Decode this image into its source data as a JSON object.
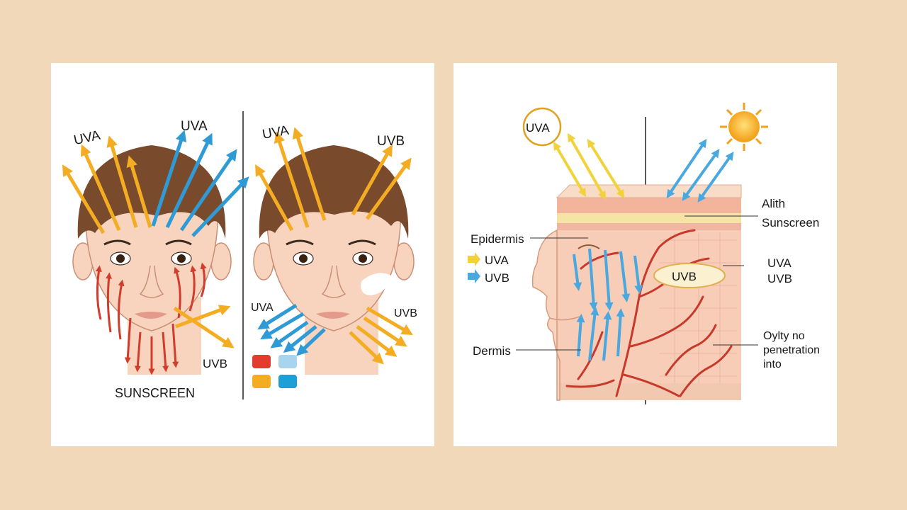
{
  "left_panel": {
    "face1": {
      "uva_label": "UVA",
      "uva_label_2": "UVA",
      "uvb_label": "UVB",
      "caption": "SUNSCREEN"
    },
    "face2": {
      "uva_label_top": "UVA",
      "uvb_label_top": "UVB",
      "uva_label_chin": "UVA",
      "uvb_label_chin": "UVB",
      "legend_colors": [
        "#e33b2e",
        "#a8d4ef",
        "#f4ad22",
        "#1f9fd8"
      ]
    }
  },
  "right_panel": {
    "uva_sun_label": "UVA",
    "labels": {
      "epidermis": "Epidermis",
      "uva": "UVA",
      "uvb": "UVB",
      "dermis": "Dermis",
      "alith": "Alith",
      "sunscreen": "Sunscreen",
      "uvb_badge": "UVB",
      "uva_right": "UVA",
      "uvb_right": "UVB",
      "note_1": "Oylty no",
      "note_2": "penetration",
      "note_3": "into"
    }
  },
  "colors": {
    "background": "#f0d8b8",
    "uva": "#f4ad22",
    "uvb": "#2f9bd6",
    "vessel": "#d23c2c",
    "skin": "#f8d3bd",
    "hair": "#7a4a2c"
  }
}
